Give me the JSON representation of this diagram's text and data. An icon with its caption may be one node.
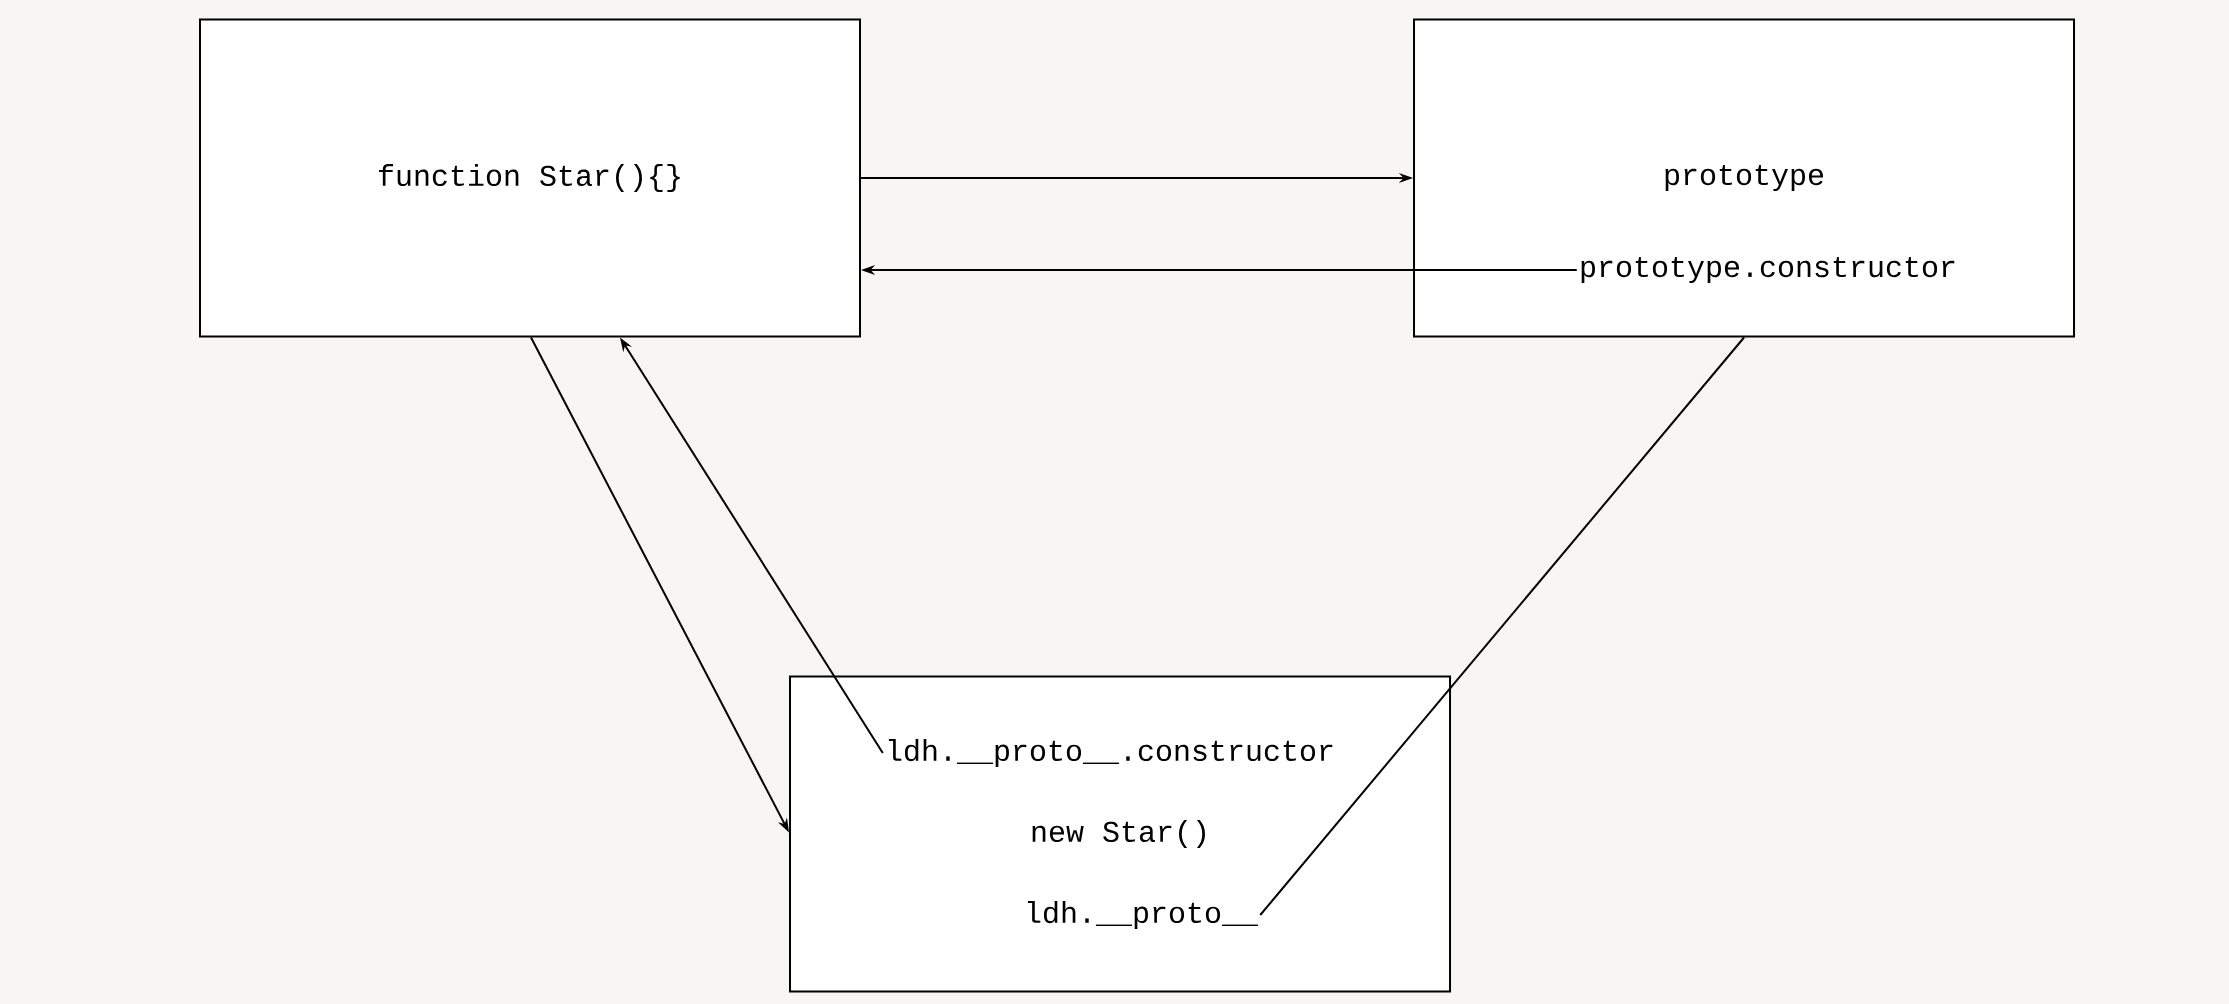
{
  "diagram": {
    "nodes": [
      {
        "text": [
          "function Star(){}"
        ]
      },
      {
        "text": [
          "prototype"
        ]
      },
      {
        "text": [
          "prototype.constructor"
        ],
        "in": 1
      },
      {
        "text": [
          "new Star()"
        ]
      },
      {
        "text": [
          "ldh.__proto__.constructor"
        ],
        "in": 3
      },
      {
        "text": [
          "ldh.__proto__"
        ],
        "in": 3
      }
    ],
    "edges": [
      {
        "from": 0,
        "to": 1,
        "arrow": "to"
      },
      {
        "from": 2,
        "to": 0,
        "arrow": "to"
      },
      {
        "from": 0,
        "to": 3,
        "arrow": "to"
      },
      {
        "from": 4,
        "to": 0,
        "arrow": "to"
      },
      {
        "from": 5,
        "to": 1,
        "arrow": "none"
      }
    ]
  }
}
